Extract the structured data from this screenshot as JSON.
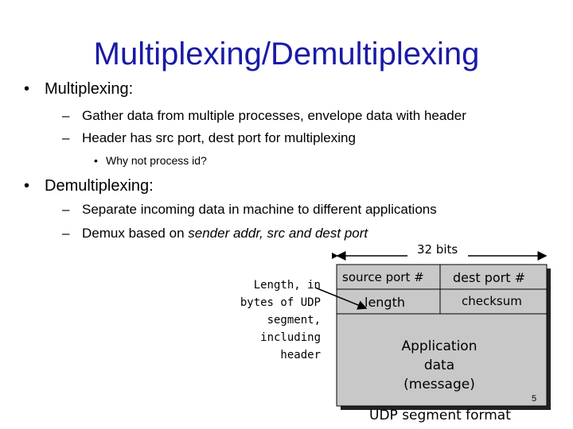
{
  "slide": {
    "title": "Multiplexing/Demultiplexing",
    "page_number": "5"
  },
  "mux": {
    "bullet": "Multiplexing:",
    "items": [
      "Gather data from multiple processes, envelope data with header",
      "Header has src port, dest port for multiplexing"
    ],
    "sub_item": "Why not process id?"
  },
  "demux": {
    "bullet": "Demultiplexing:",
    "items": [
      "Separate incoming data in machine to different applications",
      "Demux based on sender addr, src and dest port"
    ]
  },
  "udp": {
    "width_label": "32 bits",
    "source_port": "source port #",
    "dest_port": "dest port #",
    "length": "length",
    "checksum": "checksum",
    "payload": [
      "Application",
      "data",
      "(message)"
    ],
    "caption": "UDP segment format",
    "side_label": [
      "Length, in",
      "bytes of UDP",
      "segment,",
      "including",
      "header"
    ]
  },
  "colors": {
    "title": "#1a1aa6",
    "segment_fill": "#c8c8c8"
  }
}
